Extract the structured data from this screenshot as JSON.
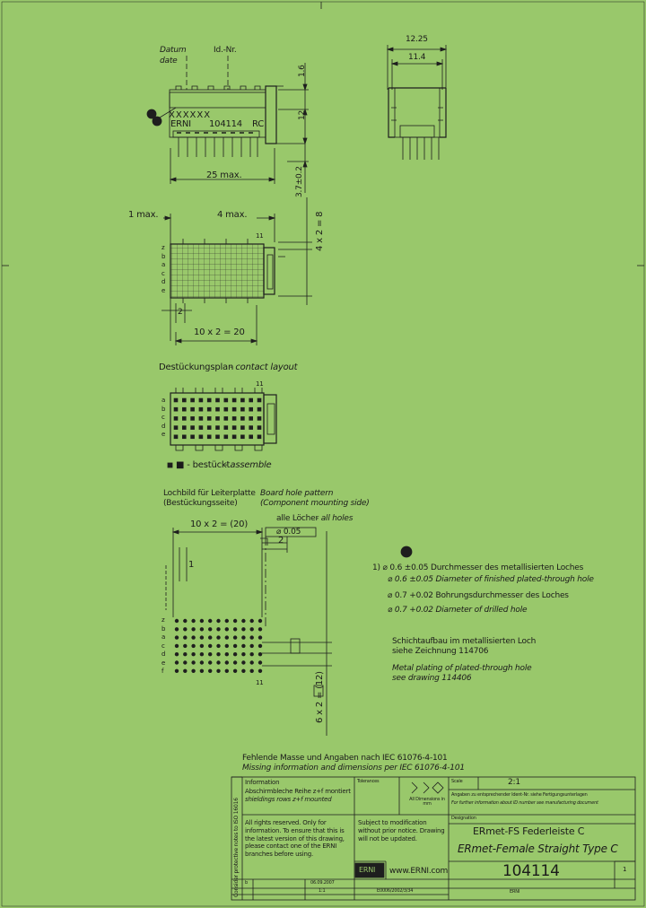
{
  "top_view": {
    "datum_de": "Datum",
    "datum_en": "date",
    "id_label": "Id.-Nr.",
    "date_code": "XXXXXX",
    "brand": "ERNI",
    "part": "104114",
    "type_code": "RC",
    "width": "25 max.",
    "h1": "1.6",
    "h2": "12",
    "h3": "3.7±0.2"
  },
  "side_view": {
    "d1": "12.25",
    "d2": "11.4"
  },
  "plan_view": {
    "d_left": "1 max.",
    "d_right": "4 max.",
    "col_num": "11",
    "rows": [
      "z",
      "b",
      "a",
      "c",
      "d",
      "e"
    ],
    "pitch": "2",
    "span": "10 x 2 = 20",
    "vspan": "4 x 2 = 8"
  },
  "contact_layout": {
    "title_de": "Destückungsplan",
    "title_en": "- contact layout",
    "col_num": "11",
    "rows": [
      "a",
      "b",
      "c",
      "d",
      "e"
    ],
    "legend_de": "■ - bestückt",
    "legend_en": "- assemble"
  },
  "hole_pattern": {
    "title_de": "Lochbild für Leiterplatte",
    "sub_de": "(Bestückungsseite)",
    "title_en": "Board hole pattern",
    "sub_en": "(Component mounting side)",
    "all_holes_de": "alle Löcher",
    "all_holes_en": "- all holes",
    "tolerance": "⌀ 0.05",
    "span": "10 x 2 = (20)",
    "pitch": "2",
    "d1": "1",
    "vspan": "6 x 2 = (12)",
    "col_num": "11",
    "rows": [
      "z",
      "b",
      "a",
      "c",
      "d",
      "e",
      "f"
    ]
  },
  "notes": {
    "ref": "1",
    "n1_de": "1) ⌀ 0.6 ±0.05 Durchmesser des metallisierten Loches",
    "n1_en": "⌀ 0.6 ±0.05 Diameter of finished plated-through hole",
    "n2_de": "⌀ 0.7 +0.02 Bohrungsdurchmesser des Loches",
    "n2_en": "⌀ 0.7 +0.02 Diameter of drilled hole",
    "p1_de": "Schichtaufbau im metallisierten Loch",
    "p2_de": "siehe Zeichnung 114706",
    "p1_en": "Metal plating of plated-through hole",
    "p2_en": "see drawing 114406"
  },
  "missing": {
    "de": "Fehlende Masse und Angaben nach IEC 61076-4-101",
    "en": "Missing information and dimensions per IEC 61076-4-101"
  },
  "title_block": {
    "side_text": "Consider protective notes to ISO 16016",
    "info_title": "Information",
    "info_de": "Abschirmbleche Reihe z+f montiert",
    "info_en": "shieldings rows z+f mounted",
    "tolerances": "Tolerances",
    "tol_general": "All Dimensions in mm",
    "scale_label": "Scale",
    "scale": "2:1",
    "order_de": "Angaben zu entsprechender Ident-Nr. siehe Fertigungsunterlagen",
    "order_en": "For further information about ID number see manufacturing document",
    "rights": "All rights reserved. Only for information. To ensure that this is the latest version of this drawing, please contact one of the ERNI branches before using.",
    "subject": "Subject to modification without prior notice. Drawing will not be updated.",
    "designation_label": "Designation",
    "name_de": "ERmet-FS Federleiste C",
    "name_en": "ERmet-Female Straight Type C",
    "number": "104114",
    "sheet": "1",
    "url": "www.ERNI.com",
    "logo": "ERNI",
    "rev": "b",
    "rev_date": "06.09.2007",
    "rev2": "1",
    "orig": "E0006/2002/3/34",
    "unit": "ERNI",
    "code": "1:1"
  }
}
